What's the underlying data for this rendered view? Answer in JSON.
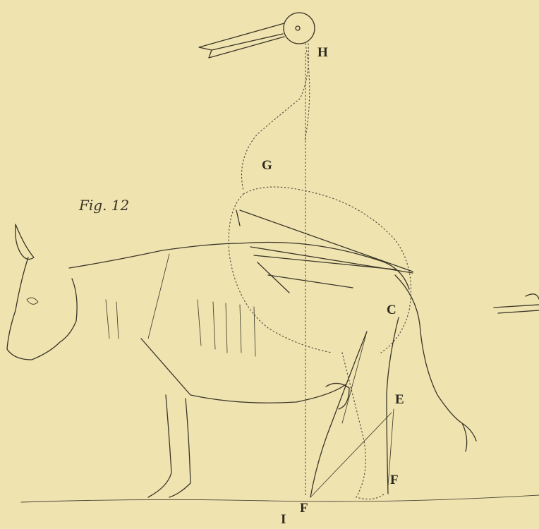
{
  "figure": {
    "caption": "Fig. 12"
  },
  "labels": {
    "H": "H",
    "G": "G",
    "C": "C",
    "E": "E",
    "F_upper": "F",
    "F_lower": "F",
    "I": "I"
  },
  "colors": {
    "paper": "#efe4b0",
    "ink": "#3a3528"
  }
}
